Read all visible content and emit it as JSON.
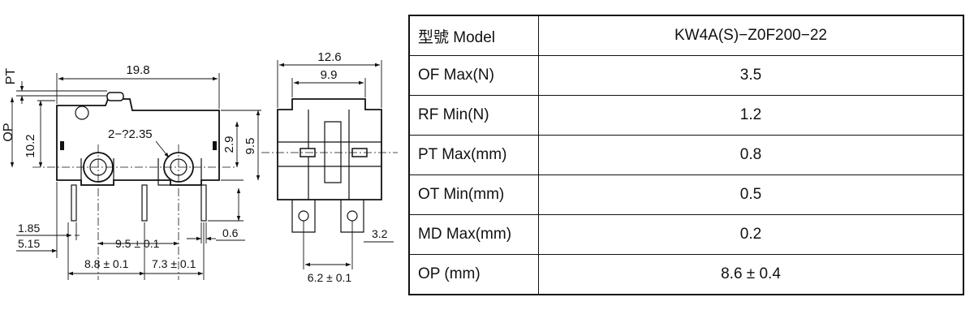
{
  "drawing": {
    "side_view": {
      "labels": {
        "pt": "PT",
        "op": "OP",
        "width": "19.8",
        "height": "10.2",
        "holes": "2−?2.35",
        "d_2_9": "2.9",
        "d_9_5": "9.5",
        "d_1_85": "1.85",
        "d_5_15": "5.15",
        "pitch": "9.5 ± 0.1",
        "d_0_6": "0.6",
        "d_8_8": "8.8 ± 0.1",
        "d_7_3": "7.3 ± 0.1"
      }
    },
    "end_view": {
      "labels": {
        "width": "12.6",
        "inner": "9.9",
        "d_3_2": "3.2",
        "pitch": "6.2 ± 0.1"
      }
    }
  },
  "spec_table": {
    "rows": [
      {
        "label": "型號 Model",
        "value": "KW4A(S)−Z0F200−22"
      },
      {
        "label": "OF Max(N)",
        "value": "3.5"
      },
      {
        "label": "RF Min(N)",
        "value": "1.2"
      },
      {
        "label": "PT Max(mm)",
        "value": "0.8"
      },
      {
        "label": "OT Min(mm)",
        "value": "0.5"
      },
      {
        "label": "MD Max(mm)",
        "value": "0.2"
      },
      {
        "label": "OP (mm)",
        "value": "8.6 ± 0.4"
      }
    ]
  }
}
